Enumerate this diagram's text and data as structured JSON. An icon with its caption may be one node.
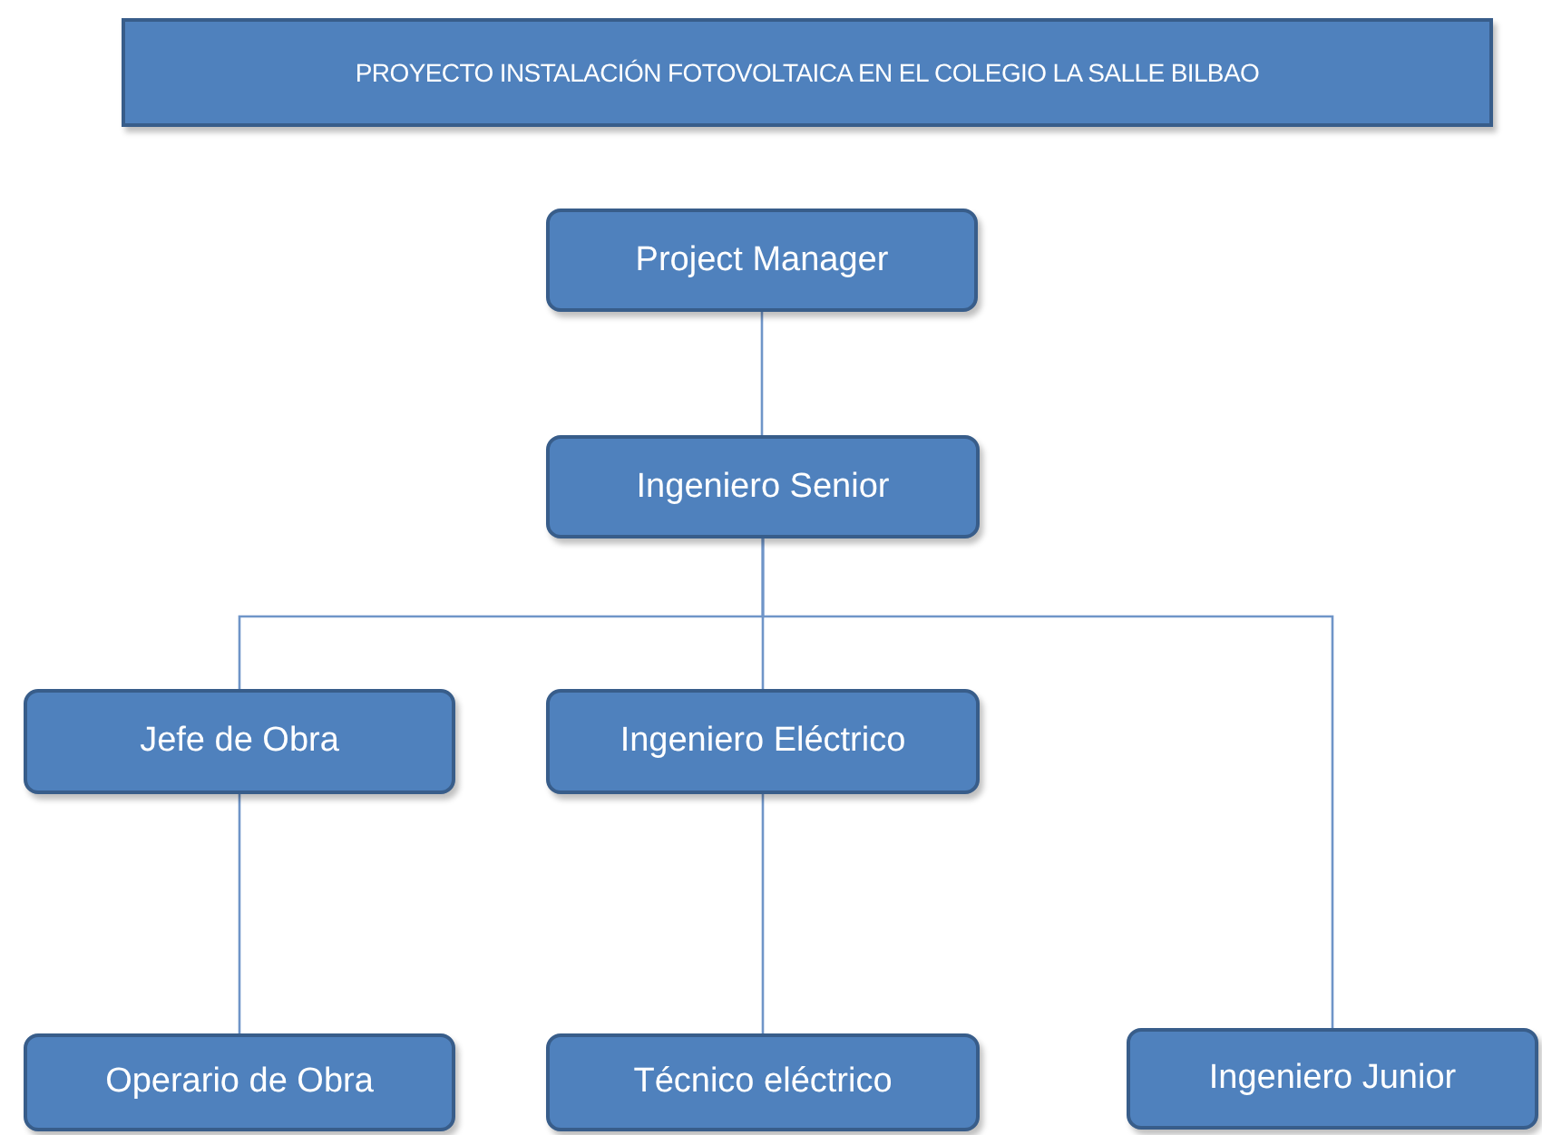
{
  "diagram": {
    "title": "PROYECTO INSTALACIÓN FOTOVOLTAICA EN EL COLEGIO LA SALLE BILBAO",
    "nodes": [
      {
        "text": [
          "Project Manager"
        ]
      },
      {
        "text": [
          "Ingeniero Senior"
        ]
      },
      {
        "text": [
          "Jefe de Obra"
        ]
      },
      {
        "text": [
          "Ingeniero Eléctrico"
        ]
      },
      {
        "text": [
          "Operario de Obra"
        ]
      },
      {
        "text": [
          "Técnico eléctrico"
        ]
      },
      {
        "text": [
          "Ingeniero Junior"
        ]
      }
    ],
    "edges": [
      {
        "from": 0,
        "to": 1,
        "arrow": "none"
      },
      {
        "from": 1,
        "to": 2,
        "arrow": "none"
      },
      {
        "from": 1,
        "to": 3,
        "arrow": "none"
      },
      {
        "from": 1,
        "to": 6,
        "arrow": "none"
      },
      {
        "from": 2,
        "to": 4,
        "arrow": "none"
      },
      {
        "from": 3,
        "to": 5,
        "arrow": "none"
      }
    ]
  }
}
